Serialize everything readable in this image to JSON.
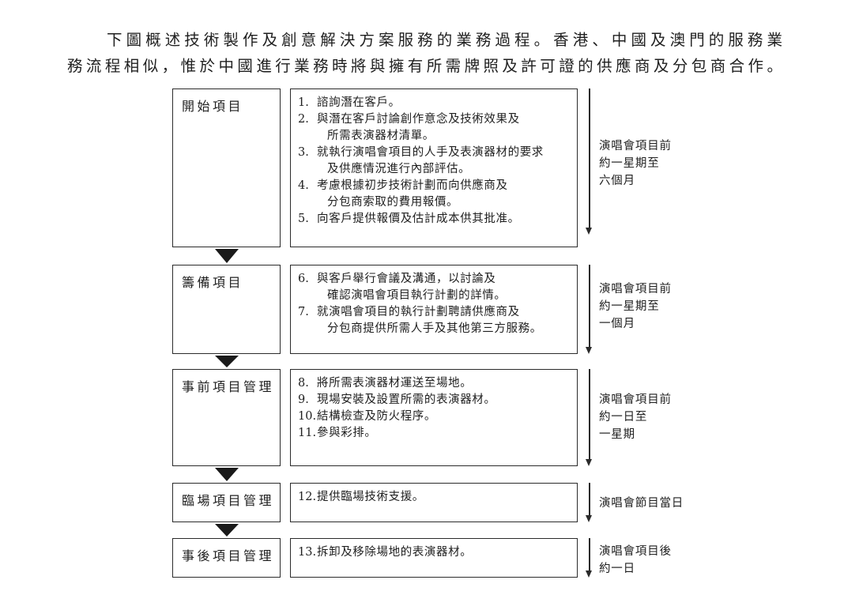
{
  "page": {
    "background": "#ffffff",
    "ink": "#2b2b2b"
  },
  "intro": {
    "line1": "下圖概述技術製作及創意解決方案服務的業務過程。香港、中國及澳門的服務業",
    "line2": "務流程相似，惟於中國進行業務時將與擁有所需牌照及許可證的供應商及分包商合作。"
  },
  "flow": {
    "rows": [
      {
        "stage": "開始項目",
        "items": [
          {
            "num": "1.",
            "lines": [
              "諮詢潛在客戶。"
            ]
          },
          {
            "num": "2.",
            "lines": [
              "與潛在客戶討論創作意念及技術效果及",
              "所需表演器材清單。"
            ]
          },
          {
            "num": "3.",
            "lines": [
              "就執行演唱會項目的人手及表演器材的要求",
              "及供應情況進行內部評估。"
            ]
          },
          {
            "num": "4.",
            "lines": [
              "考慮根據初步技術計劃而向供應商及",
              "分包商索取的費用報價。"
            ]
          },
          {
            "num": "5.",
            "lines": [
              "向客戶提供報價及估計成本供其批准。"
            ]
          }
        ],
        "timeline": [
          "演唱會項目前",
          "約一星期至",
          "六個月"
        ]
      },
      {
        "stage": "籌備項目",
        "items": [
          {
            "num": "6.",
            "lines": [
              "與客戶舉行會議及溝通，以討論及",
              "確認演唱會項目執行計劃的詳情。"
            ]
          },
          {
            "num": "7.",
            "lines": [
              "就演唱會項目的執行計劃聘請供應商及",
              "分包商提供所需人手及其他第三方服務。"
            ]
          }
        ],
        "timeline": [
          "演唱會項目前",
          "約一星期至",
          "一個月"
        ]
      },
      {
        "stage": "事前項目管理",
        "items": [
          {
            "num": "8.",
            "lines": [
              "將所需表演器材運送至場地。"
            ]
          },
          {
            "num": "9.",
            "lines": [
              "現場安裝及設置所需的表演器材。"
            ]
          },
          {
            "num": "10.",
            "lines": [
              "結構檢查及防火程序。"
            ]
          },
          {
            "num": "11.",
            "lines": [
              "參與彩排。"
            ]
          }
        ],
        "timeline": [
          "演唱會項目前",
          "約一日至",
          "一星期"
        ]
      },
      {
        "stage": "臨場項目管理",
        "items": [
          {
            "num": "12.",
            "lines": [
              "提供臨場技術支援。"
            ]
          }
        ],
        "timeline": [
          "演唱會節目當日"
        ]
      },
      {
        "stage": "事後項目管理",
        "items": [
          {
            "num": "13.",
            "lines": [
              "拆卸及移除場地的表演器材。"
            ]
          }
        ],
        "timeline": [
          "演唱會項目後",
          "約一日"
        ]
      }
    ]
  }
}
